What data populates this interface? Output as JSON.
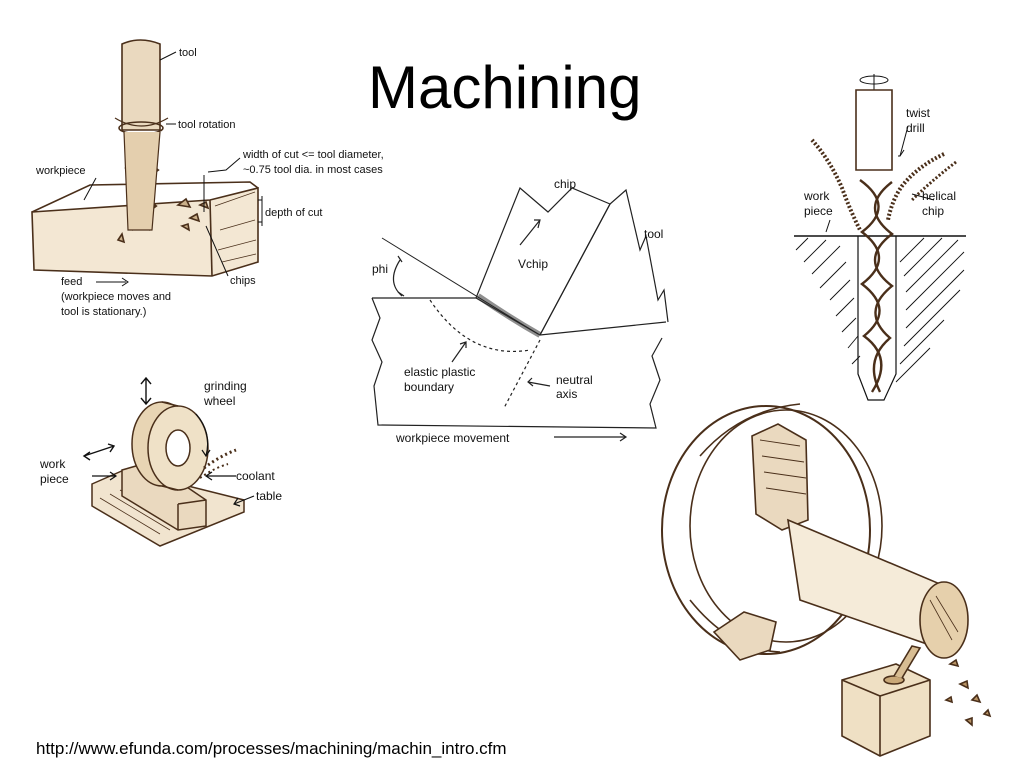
{
  "slide": {
    "title": "Machining",
    "source_url": "http://www.efunda.com/processes/machining/machin_intro.cfm"
  },
  "milling": {
    "tool": "tool",
    "tool_rotation": "tool rotation",
    "width_of_cut_line1": "width of cut <= tool diameter,",
    "width_of_cut_line2": "~0.75 tool dia. in most cases",
    "workpiece": "workpiece",
    "depth_of_cut": "depth of cut",
    "chips": "chips",
    "feed_line1": "feed",
    "feed_line2": "(workpiece moves and",
    "feed_line3": "tool is stationary.)"
  },
  "cutting": {
    "chip": "chip",
    "tool": "tool",
    "phi": "phi",
    "vchip": "Vchip",
    "elastic_line1": "elastic plastic",
    "elastic_line2": "boundary",
    "neutral_line1": "neutral",
    "neutral_line2": "axis",
    "workpiece_movement": "workpiece movement"
  },
  "drilling": {
    "twist_line1": "twist",
    "twist_line2": "drill",
    "work_line1": "work",
    "work_line2": "piece",
    "helical_line1": "helical",
    "helical_line2": "chip"
  },
  "grinding": {
    "grinding_line1": "grinding",
    "grinding_line2": "wheel",
    "work_line1": "work",
    "work_line2": "piece",
    "coolant": "coolant",
    "table": "table"
  },
  "colors": {
    "sketch_ink": "#4a2f1a",
    "sketch_fill": "#ead9bf",
    "label_ink": "#111111"
  }
}
